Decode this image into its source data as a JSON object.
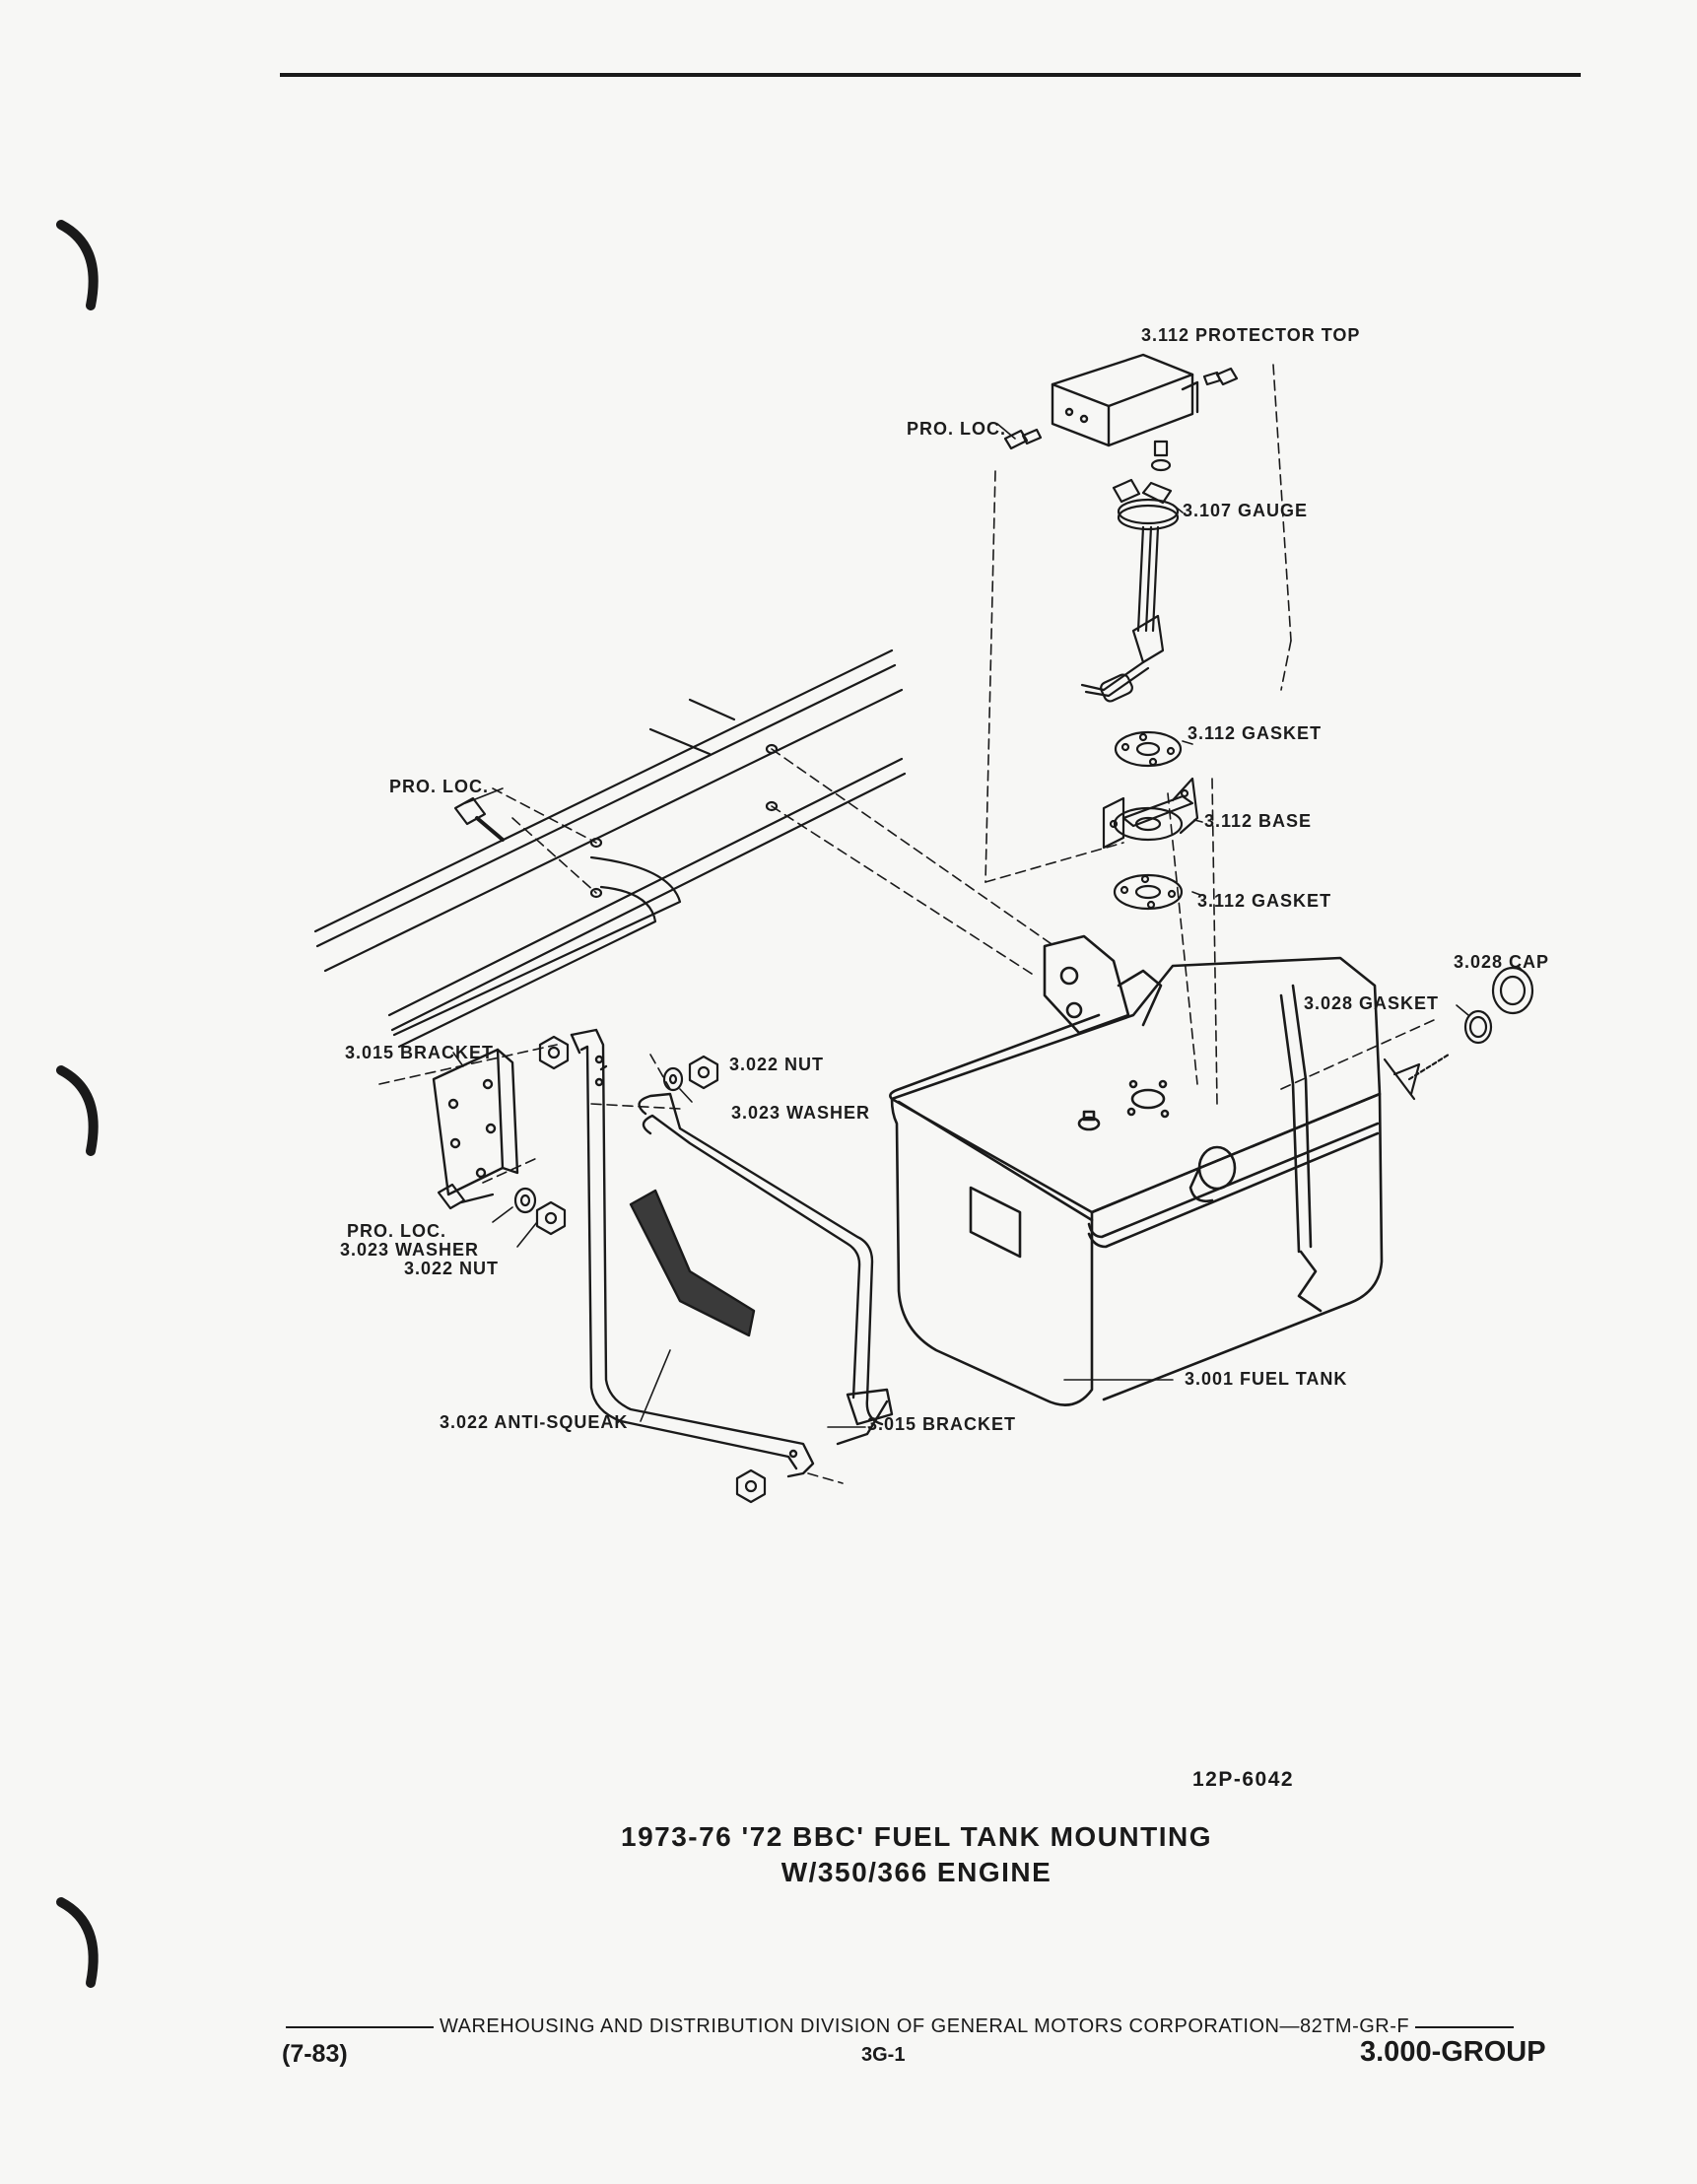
{
  "labels": {
    "protector_top": "3.112 PROTECTOR TOP",
    "pro_loc_top": "PRO. LOC.",
    "gauge": "3.107 GAUGE",
    "gasket_upper": "3.112 GASKET",
    "pro_loc_left": "PRO. LOC.",
    "base": "3.112 BASE",
    "gasket_lower": "3.112 GASKET",
    "cap": "3.028 CAP",
    "cap_gasket": "3.028 GASKET",
    "bracket_left": "3.015 BRACKET",
    "nut_upper": "3.022 NUT",
    "washer_upper": "3.023 WASHER",
    "pro_loc_bottom": "PRO. LOC.",
    "washer_lower": "3.023 WASHER",
    "nut_lower": "3.022 NUT",
    "anti_squeak": "3.022 ANTI-SQUEAK",
    "bracket_bottom": "3.015 BRACKET",
    "fuel_tank": "3.001 FUEL TANK"
  },
  "figure_id": "12P-6042",
  "caption": {
    "line1": "1973-76 '72 BBC' FUEL TANK MOUNTING",
    "line2": "W/350/366 ENGINE"
  },
  "footer": {
    "division": "WAREHOUSING AND DISTRIBUTION  DIVISION OF GENERAL MOTORS CORPORATION—82TM-GR-F",
    "revision": "(7-83)",
    "page": "3G-1",
    "group": "3.000-GROUP"
  }
}
